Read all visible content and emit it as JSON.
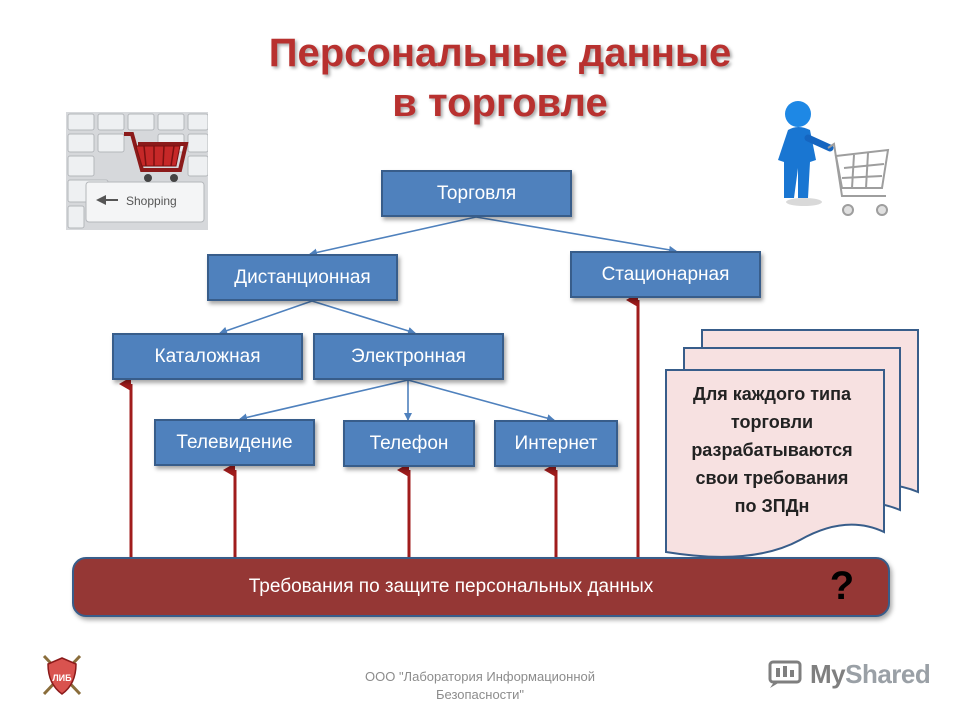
{
  "title": {
    "line1": "Персональные данные",
    "line2": "в торговле"
  },
  "nodes": {
    "trade": "Торговля",
    "remote": "Дистанционная",
    "stationary": "Стационарная",
    "catalog": "Каталожная",
    "electronic": "Электронная",
    "tv": "Телевидение",
    "phone": "Телефон",
    "internet": "Интернет"
  },
  "requirements_bar": {
    "label": "Требования по защите персональных данных",
    "question": "?"
  },
  "document_note": {
    "lines": [
      "Для каждого типа",
      "торговли",
      "разрабатываются",
      "свои требования",
      "по ЗПДн"
    ]
  },
  "images": {
    "keyboard_key_text": "Shopping",
    "logo_text": "ЛИБ"
  },
  "footer": {
    "org_line1": "ООО \"Лаборатория Информационной",
    "org_line2": "Безопасности\""
  },
  "watermark": {
    "my": "My",
    "shared": "Shared"
  },
  "colors": {
    "box_fill": "#4f81bd",
    "box_border": "#385d8a",
    "title_red": "#b8312f",
    "bar_fill": "#953735",
    "arrow_red": "#a01c1c",
    "connector_blue": "#4f81bd",
    "doc_fill": "#f7e1e1"
  }
}
